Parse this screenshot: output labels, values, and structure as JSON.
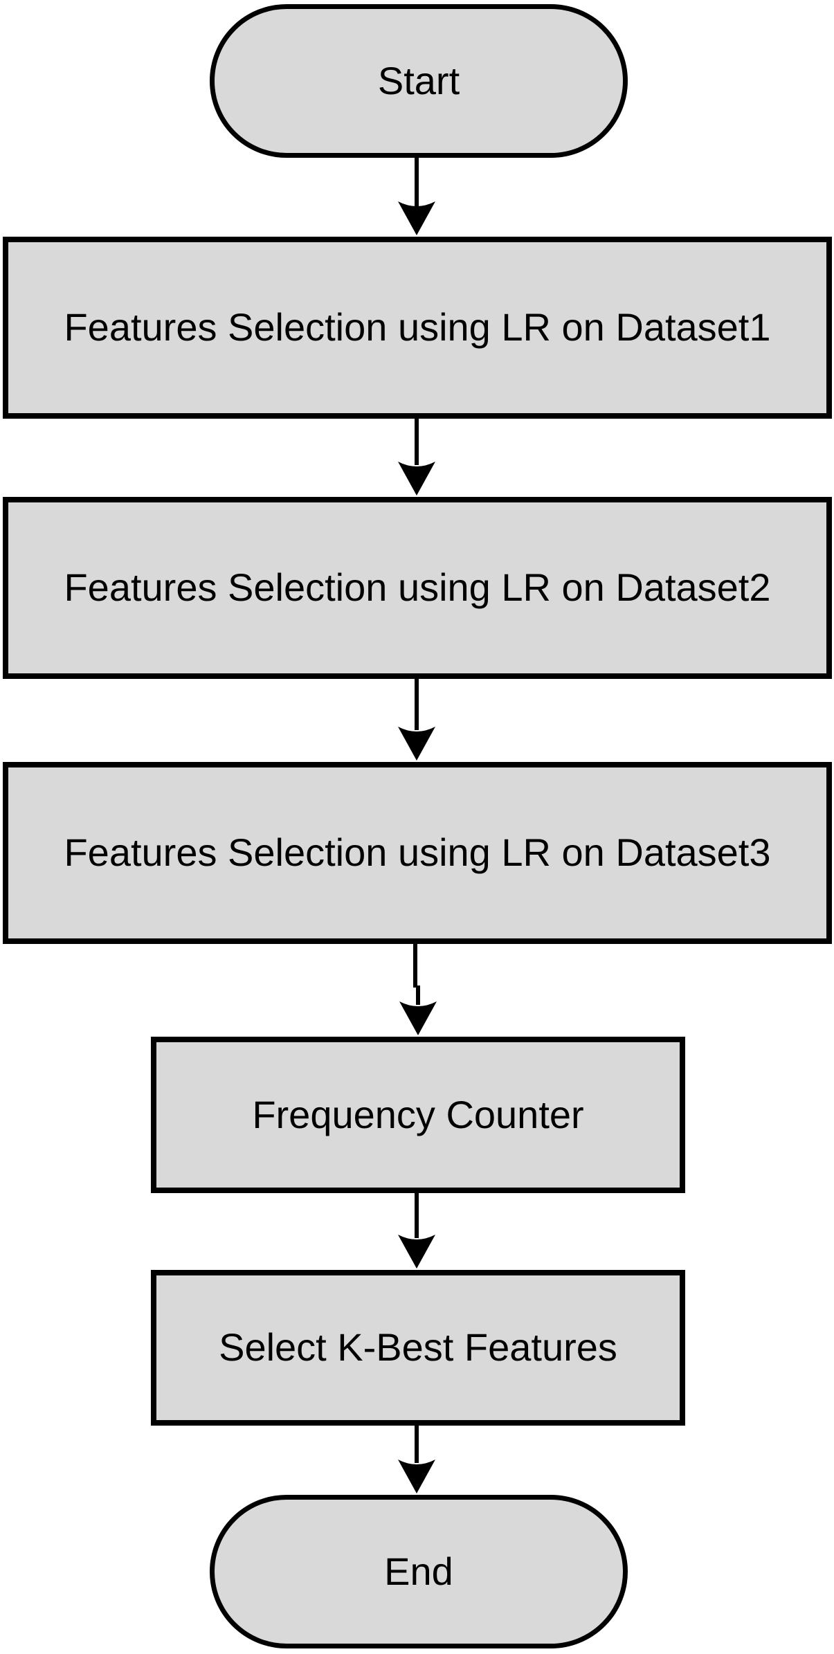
{
  "flowchart": {
    "direction": "top-down",
    "nodes": [
      {
        "id": "start",
        "shape": "terminator",
        "label": "Start"
      },
      {
        "id": "fs-dataset1",
        "shape": "process",
        "label": "Features Selection using LR on Dataset1"
      },
      {
        "id": "fs-dataset2",
        "shape": "process",
        "label": "Features Selection using LR on Dataset2"
      },
      {
        "id": "fs-dataset3",
        "shape": "process",
        "label": "Features Selection using LR on Dataset3"
      },
      {
        "id": "frequency-counter",
        "shape": "process",
        "label": "Frequency Counter"
      },
      {
        "id": "select-k-best",
        "shape": "process",
        "label": "Select K-Best Features"
      },
      {
        "id": "end",
        "shape": "terminator",
        "label": "End"
      }
    ],
    "edges": [
      {
        "from": "start",
        "to": "fs-dataset1"
      },
      {
        "from": "fs-dataset1",
        "to": "fs-dataset2"
      },
      {
        "from": "fs-dataset2",
        "to": "fs-dataset3"
      },
      {
        "from": "fs-dataset3",
        "to": "frequency-counter"
      },
      {
        "from": "frequency-counter",
        "to": "select-k-best"
      },
      {
        "from": "select-k-best",
        "to": "end"
      }
    ],
    "colors": {
      "node_fill": "#d9d9d9",
      "node_border": "#000000",
      "text": "#000000",
      "arrow": "#000000",
      "background": "#ffffff"
    }
  }
}
